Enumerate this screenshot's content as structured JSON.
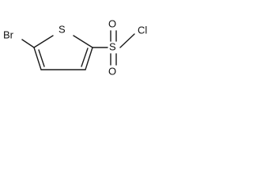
{
  "molecule": {
    "atoms": {
      "bromine": "Br",
      "ring_sulfur": "S",
      "sulfonyl_sulfur": "S",
      "oxygen_top": "O",
      "oxygen_bottom": "O",
      "chlorine": "Cl"
    }
  }
}
